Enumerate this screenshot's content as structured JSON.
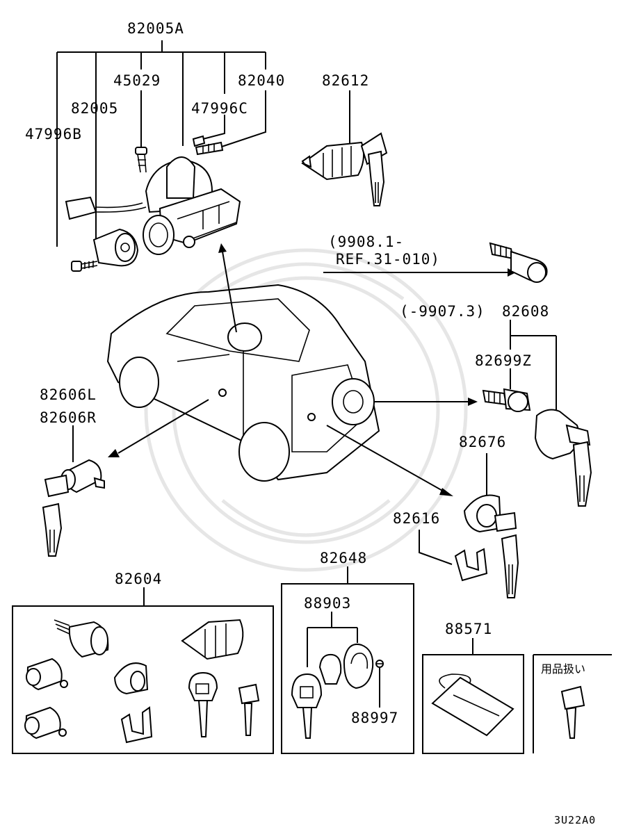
{
  "labels": {
    "p82005A": "82005A",
    "p45029": "45029",
    "p82040": "82040",
    "p82005": "82005",
    "p47996C": "47996C",
    "p47996B": "47996B",
    "p82612": "82612",
    "ref_line1": "(9908.1-",
    "ref_line2": "REF.31-010)",
    "range_9907": "(-9907.3)",
    "p82608": "82608",
    "p82699Z": "82699Z",
    "p82606L": "82606L",
    "p82606R": "82606R",
    "p82676": "82676",
    "p82616": "82616",
    "p82648": "82648",
    "p82604": "82604",
    "p88903": "88903",
    "p88997": "88997",
    "p88571": "88571",
    "jp_note": "用品扱い",
    "diagram_code": "3U22A0"
  }
}
